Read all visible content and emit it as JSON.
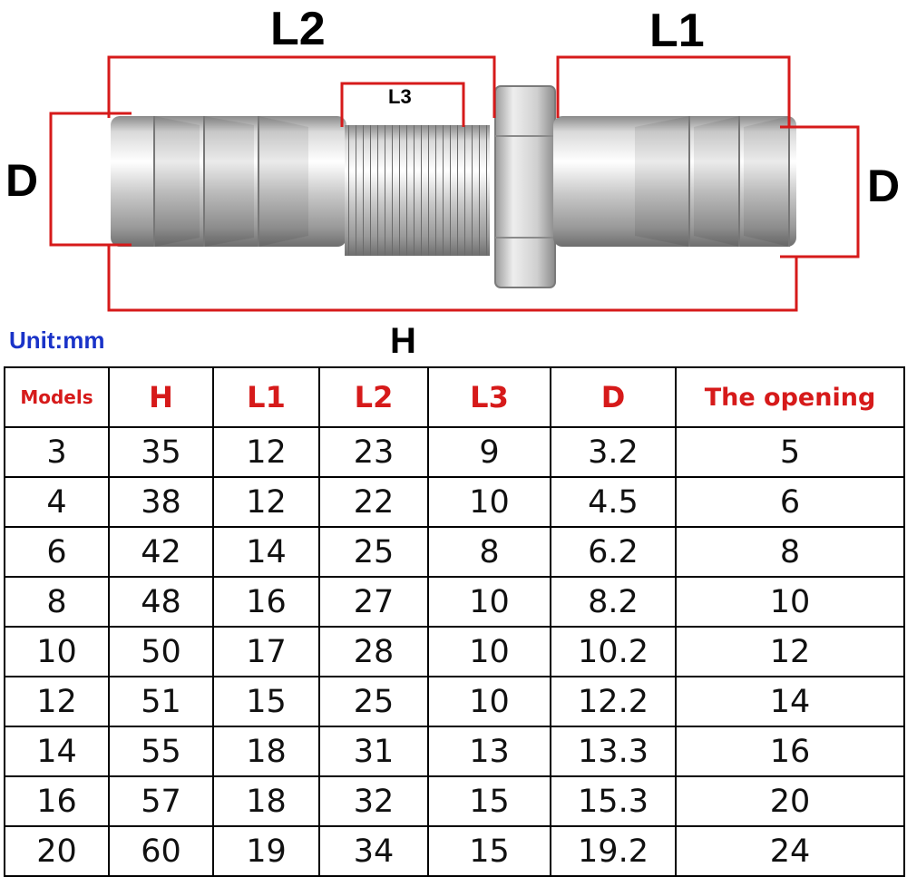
{
  "diagram": {
    "labels": {
      "l2": "L2",
      "l1": "L1",
      "l3": "L3",
      "d_left": "D",
      "d_right": "D",
      "h": "H"
    },
    "accent_color": "#d61a1a",
    "product": "stainless steel hose barb connector with hex nut and threaded section"
  },
  "unit_label": "Unit:mm",
  "table": {
    "headers": [
      "Models",
      "H",
      "L1",
      "L2",
      "L3",
      "D",
      "The opening"
    ],
    "rows": [
      [
        "3",
        "35",
        "12",
        "23",
        "9",
        "3.2",
        "5"
      ],
      [
        "4",
        "38",
        "12",
        "22",
        "10",
        "4.5",
        "6"
      ],
      [
        "6",
        "42",
        "14",
        "25",
        "8",
        "6.2",
        "8"
      ],
      [
        "8",
        "48",
        "16",
        "27",
        "10",
        "8.2",
        "10"
      ],
      [
        "10",
        "50",
        "17",
        "28",
        "10",
        "10.2",
        "12"
      ],
      [
        "12",
        "51",
        "15",
        "25",
        "10",
        "12.2",
        "14"
      ],
      [
        "14",
        "55",
        "18",
        "31",
        "13",
        "13.3",
        "16"
      ],
      [
        "16",
        "57",
        "18",
        "32",
        "15",
        "15.3",
        "20"
      ],
      [
        "20",
        "60",
        "19",
        "34",
        "15",
        "19.2",
        "24"
      ]
    ]
  }
}
